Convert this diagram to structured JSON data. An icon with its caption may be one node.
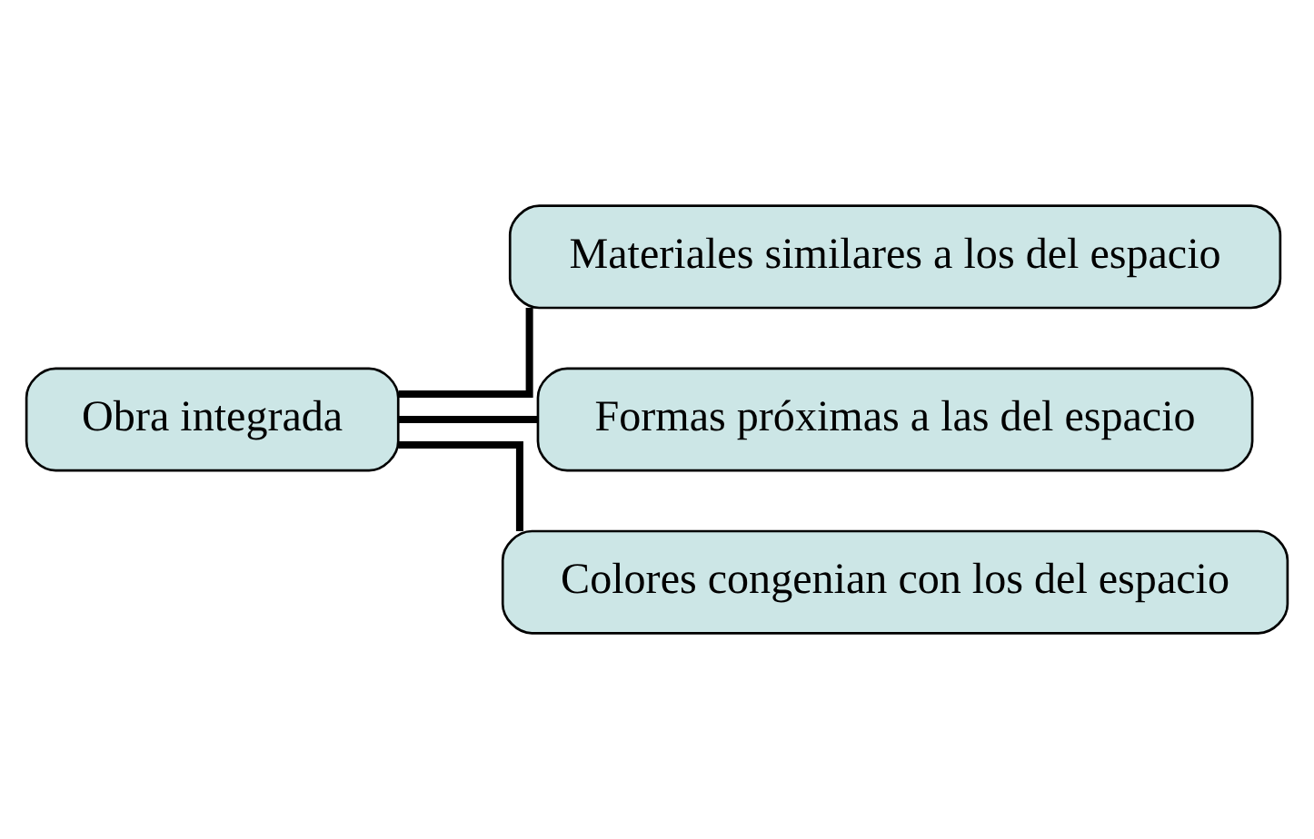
{
  "diagram": {
    "nodes": [
      {
        "text": [
          "Obra integrada"
        ]
      },
      {
        "text": [
          "Materiales similares a los del espacio"
        ]
      },
      {
        "text": [
          "Formas próximas a las del espacio"
        ]
      },
      {
        "text": [
          "Colores congenian con los del espacio"
        ]
      }
    ],
    "edges": [
      {
        "from": 0,
        "to": 1,
        "arrow": "none"
      },
      {
        "from": 0,
        "to": 2,
        "arrow": "none"
      },
      {
        "from": 0,
        "to": 3,
        "arrow": "none"
      }
    ]
  }
}
